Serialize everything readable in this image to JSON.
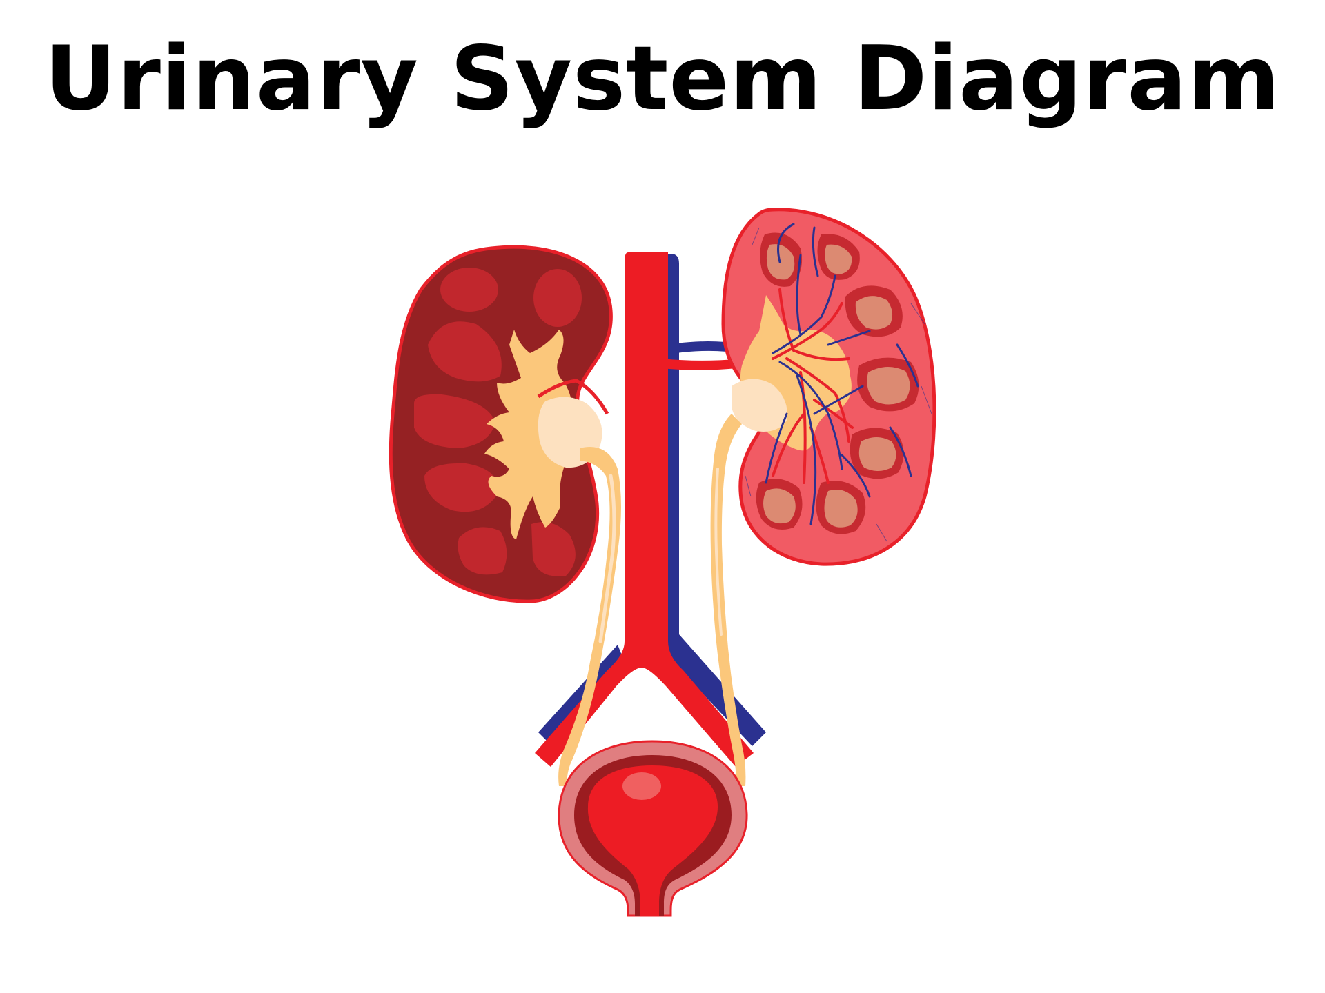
{
  "title": "Urinary System Diagram",
  "colors": {
    "outline_red": "#e8212a",
    "kidney_dark": "#952123",
    "kidney_pyramid": "#c1272d",
    "pelvis_yellow": "#fbc77b",
    "pelvis_light": "#fde1c0",
    "kidney_pink": "#f15b64",
    "pyramid_outer": "#c62a31",
    "pyramid_inner": "#dc8a72",
    "vein_blue": "#2b3190",
    "aorta_red": "#ed1c24",
    "bladder_outer": "#e07e80",
    "bladder_dark": "#9b1c20",
    "bladder_inner": "#ed1c24",
    "bladder_highlight": "#f06060"
  },
  "organs": [
    "left-kidney-cross-section",
    "right-kidney-with-vessels",
    "aorta",
    "inferior-vena-cava",
    "left-ureter",
    "right-ureter",
    "bladder"
  ]
}
